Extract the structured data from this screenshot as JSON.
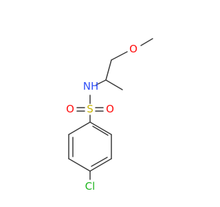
{
  "atoms": [
    {
      "id": "o_methoxy",
      "label": "O",
      "color": "#ff0d0d"
    },
    {
      "id": "n_amide",
      "label": "NH",
      "color": "#3050f8"
    },
    {
      "id": "s_sulfonyl",
      "label": "S",
      "color": "#c8b400"
    },
    {
      "id": "o_sulfonyl_left",
      "label": "O",
      "color": "#ff0d0d"
    },
    {
      "id": "o_sulfonyl_right",
      "label": "O",
      "color": "#ff0d0d"
    },
    {
      "id": "cl_ring",
      "label": "Cl",
      "color": "#1fb51f"
    }
  ],
  "colors": {
    "bond": "#3a3a3a",
    "background": "#ffffff"
  }
}
